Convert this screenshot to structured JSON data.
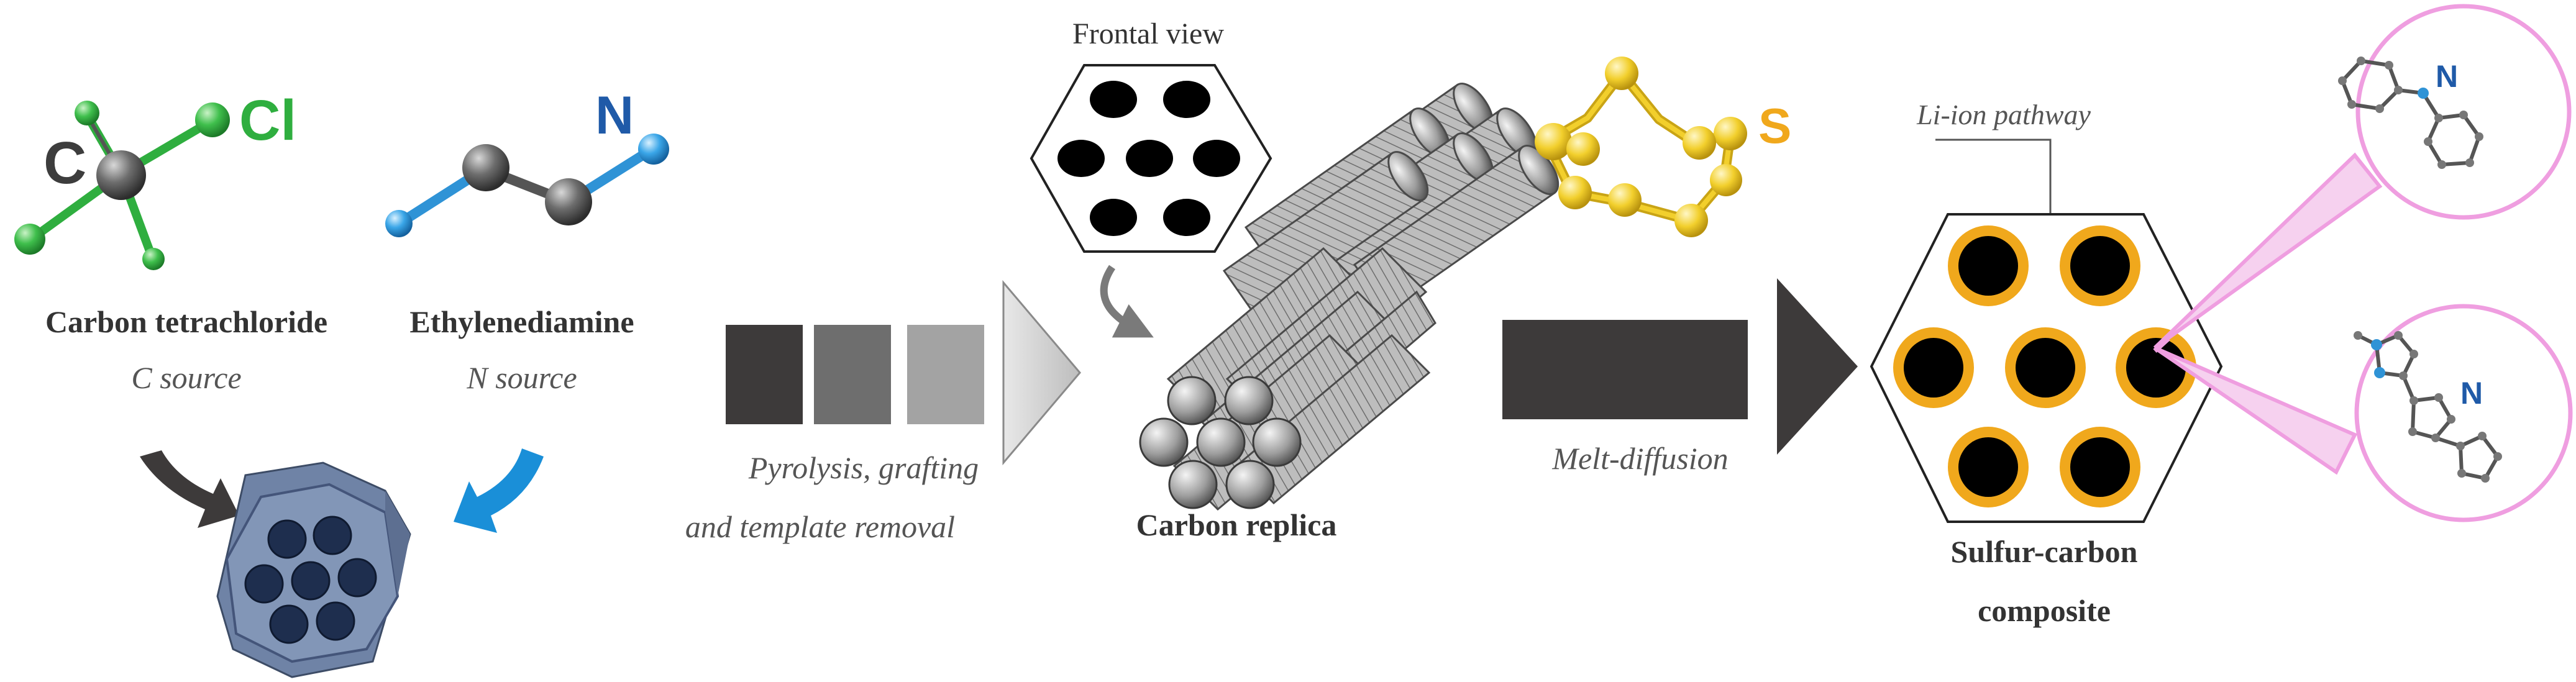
{
  "molecules": {
    "carbon_tetrachloride": {
      "atom_c": "C",
      "atom_cl": "Cl",
      "name": "Carbon tetrachloride",
      "role": "C source"
    },
    "ethylenediamine": {
      "atom_n": "N",
      "name": "Ethylenediamine",
      "role": "N source"
    }
  },
  "steps": {
    "pyrolysis_line1": "Pyrolysis, grafting",
    "pyrolysis_line2": "and template removal",
    "melt_diffusion": "Melt-diffusion"
  },
  "carbon_replica": {
    "frontal_view": "Frontal view",
    "label": "Carbon replica"
  },
  "sulfur": {
    "atom_s": "S"
  },
  "composite": {
    "li_ion_pathway": "Li-ion pathway",
    "label_line1": "Sulfur-carbon",
    "label_line2": "composite",
    "atom_n_top": "N",
    "atom_n_bottom": "N"
  },
  "colors": {
    "chlorine_green": "#2fae3f",
    "nitrogen_blue": "#2f93d6",
    "nitrogen_label": "#1f5aa8",
    "sulfur_yellow": "#f2cf2c",
    "sulfur_ring": "#f0a81c",
    "template_blue": "#7f93b4",
    "zoom_pink": "#ef9ee0",
    "arrow_dark": "#3d3a3a"
  }
}
